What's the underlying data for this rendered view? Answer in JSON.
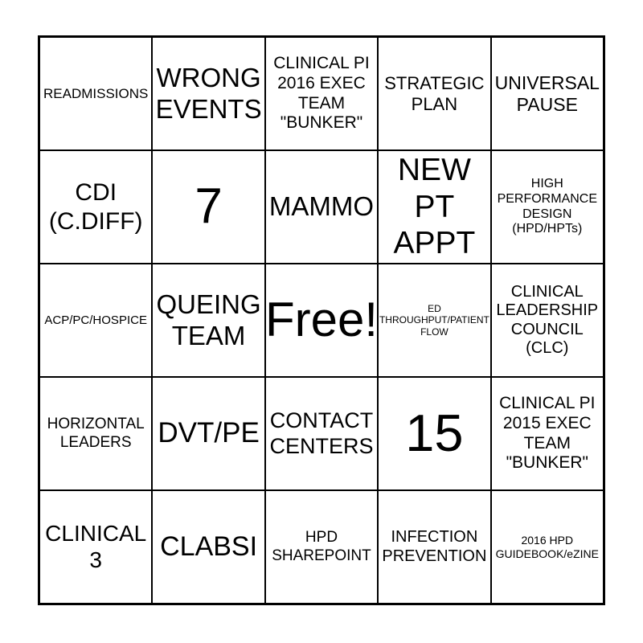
{
  "card": {
    "kind": "bingo-card",
    "grid_size": "5x5",
    "free_space_label": "Free!",
    "rows": [
      {
        "cells": [
          "READMISSIONS",
          "WRONG\nEVENTS",
          "CLINICAL PI\n2016 EXEC\nTEAM\n\"BUNKER\"",
          "STRATEGIC\nPLAN",
          "UNIVERSAL\nPAUSE"
        ]
      },
      {
        "cells": [
          "CDI\n(C.DIFF)",
          "7",
          "MAMMO",
          "NEW\nPT\nAPPT",
          "HIGH\nPERFORMANCE\nDESIGN\n(HPD/HPTs)"
        ]
      },
      {
        "cells": [
          "ACP/PC/HOSPICE",
          "QUEING\nTEAM",
          "Free!",
          "ED\nTHROUGHPUT/PATIENT\nFLOW",
          "CLINICAL\nLEADERSHIP\nCOUNCIL\n(CLC)"
        ]
      },
      {
        "cells": [
          "HORIZONTAL\nLEADERS",
          "DVT/PE",
          "CONTACT\nCENTERS",
          "15",
          "CLINICAL PI\n2015 EXEC\nTEAM\n\"BUNKER\""
        ]
      },
      {
        "cells": [
          "CLINICAL\n3",
          "CLABSI",
          "HPD\nSHAREPOINT",
          "INFECTION\nPREVENTION",
          "2016 HPD\nGUIDEBOOK/eZINE"
        ]
      }
    ]
  },
  "colors": {
    "background": "#ffffff",
    "grid_line": "#000000",
    "text": "#000000"
  }
}
